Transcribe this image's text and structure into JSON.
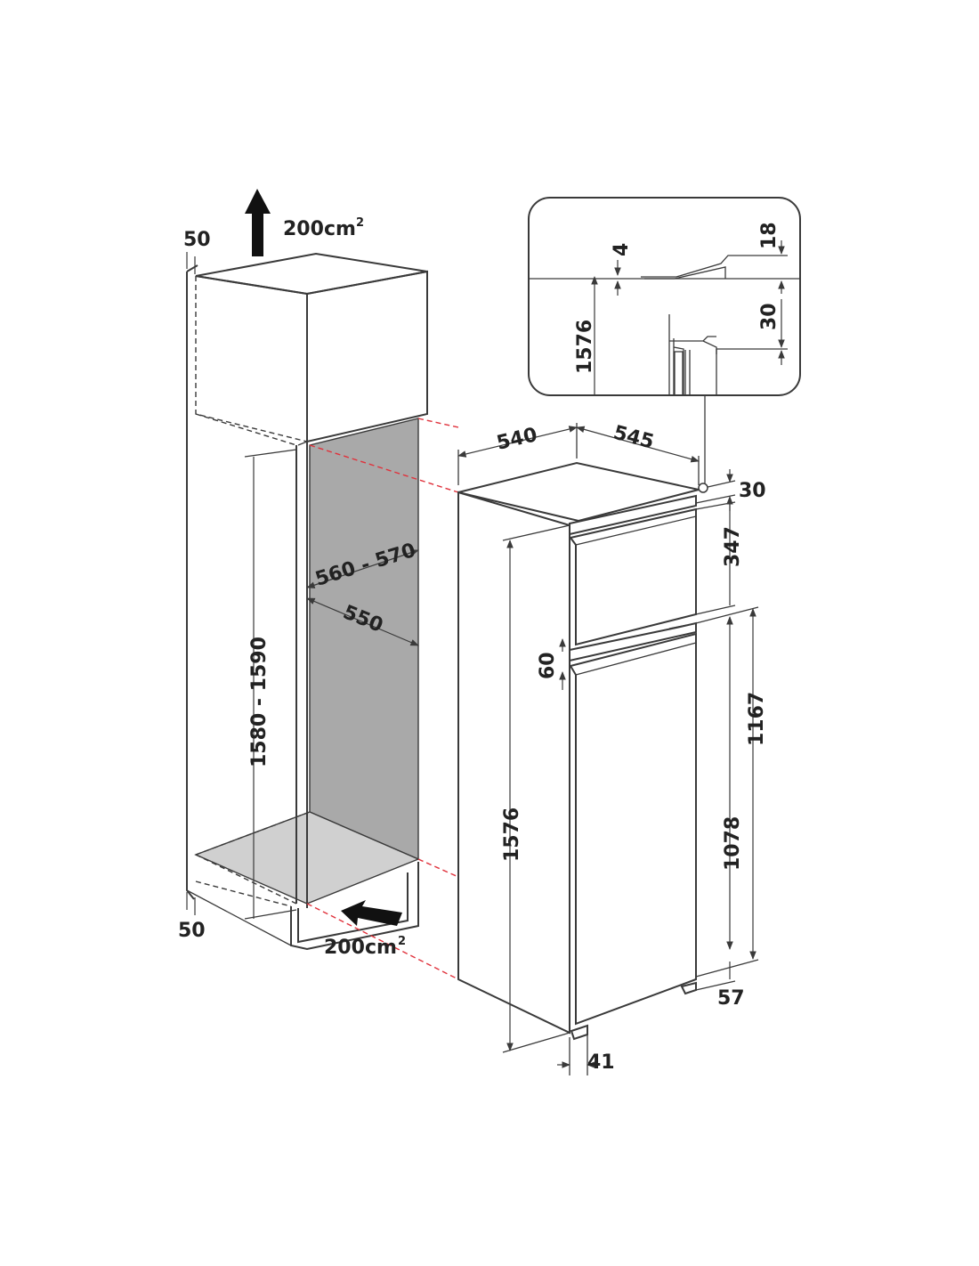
{
  "colors": {
    "line": "#3a3a3a",
    "text": "#222222",
    "niche_fill": "#a9a9a9",
    "niche_floor": "#d0d0d0",
    "alignment_lines": "#e0323c"
  },
  "icons": [
    "vent-arrow-up-icon",
    "vent-arrow-in-icon"
  ],
  "ventilation": {
    "top": {
      "value": "200",
      "unit": "cm",
      "sup": "2"
    },
    "bottom": {
      "value": "200",
      "unit": "cm",
      "sup": "2"
    }
  },
  "cabinet": {
    "top_gap": "50",
    "bottom_gap": "50",
    "niche_height": "1580 - 1590",
    "niche_width": "560 - 570",
    "niche_depth": "550"
  },
  "appliance": {
    "width": "540",
    "depth": "545",
    "top_clearance": "30",
    "freezer_door": "347",
    "door_gap": "60",
    "height": "1576",
    "fridge_height_outer": "1167",
    "fridge_door": "1078",
    "bottom_offset": "57",
    "door_offset": "41"
  },
  "detail": {
    "height": "1576",
    "gap": "4",
    "top_offset": "18",
    "side_offset": "30"
  }
}
